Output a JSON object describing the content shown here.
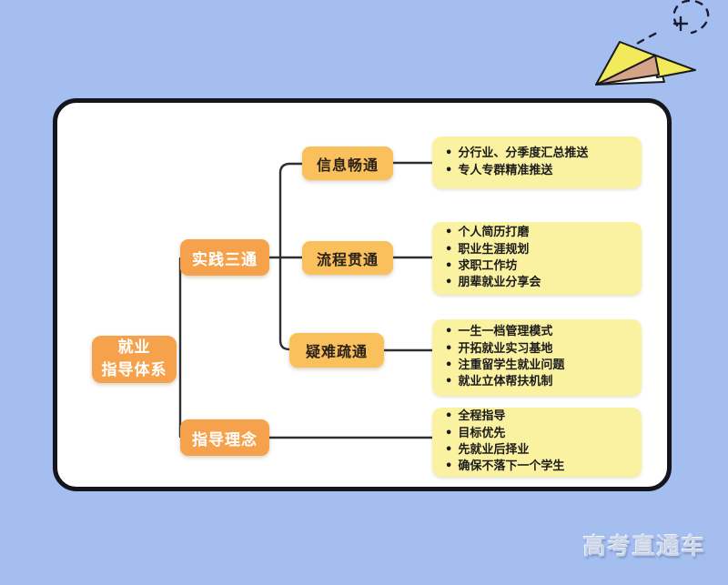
{
  "page": {
    "watermark": "高考直通车",
    "background_color": "#A4BEF0"
  },
  "decor": {
    "paper_plane_icon": "paper-plane",
    "trail_icon": "dashed-flight-trail"
  },
  "colors": {
    "card_background": "#FFFFFF",
    "card_border": "#15151E",
    "primary_node": "#F6A14C",
    "secondary_node": "#F9C05C",
    "leaf_box": "#FAF2A0",
    "connector_line": "#2F2F33",
    "primary_text": "#FFFFFF",
    "secondary_text": "#2B2118",
    "leaf_text": "#1B1B1B",
    "plane_yellow": "#F2E95B"
  },
  "diagram": {
    "root": {
      "lines": [
        "就业",
        "指导体系"
      ]
    },
    "branches": [
      {
        "label": "实践三通",
        "children": [
          {
            "label": "信息畅通",
            "items": [
              "分行业、分季度汇总推送",
              "专人专群精准推送"
            ]
          },
          {
            "label": "流程贯通",
            "items": [
              "个人简历打磨",
              "职业生涯规划",
              "求职工作坊",
              "朋辈就业分享会"
            ]
          },
          {
            "label": "疑难疏通",
            "items": [
              "一生一档管理模式",
              "开拓就业实习基地",
              "注重留学生就业问题",
              "就业立体帮扶机制"
            ]
          }
        ]
      },
      {
        "label": "指导理念",
        "items": [
          "全程指导",
          "目标优先",
          "先就业后择业",
          "确保不落下一个学生"
        ]
      }
    ]
  }
}
